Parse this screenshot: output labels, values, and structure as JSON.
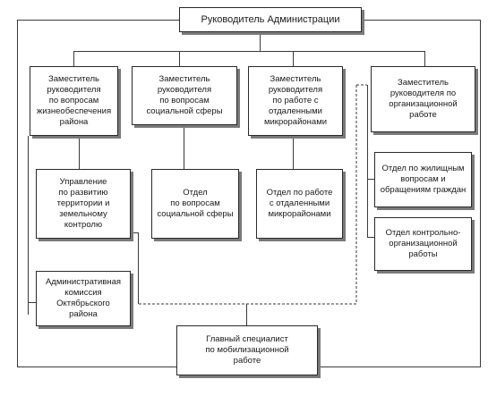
{
  "nodes": {
    "head": "Руководитель Администрации",
    "dep_life": "Заместитель\nруководителя\nпо вопросам\nжизнеобеспечения\nрайона",
    "dep_social": "Заместитель\nруководителя\nпо вопросам\nсоциальной сферы",
    "dep_remote": "Заместитель\nруководителя\nпо работе с\nотдаленными\nмикрорайонами",
    "dep_org": "Заместитель\nруководителя по\nорганизационной\nработе",
    "dept_territory": "Управление\nпо развитию\nтерритории и\nземельному\nконтролю",
    "dept_social": "Отдел\nпо вопросам\nсоциальной сферы",
    "dept_remote": "Отдел по работе\nс отдаленными\nмикрорайонами",
    "dept_housing": "Отдел по жилищным\nвопросам и\nобращениям граждан",
    "dept_control": "Отдел контрольно-\nорганизационной\nработы",
    "commission": "Административная\nкомиссия\nОктябрьского\nрайона",
    "chief_specialist": "Главный специалист\nпо мобилизационной\nработе"
  }
}
